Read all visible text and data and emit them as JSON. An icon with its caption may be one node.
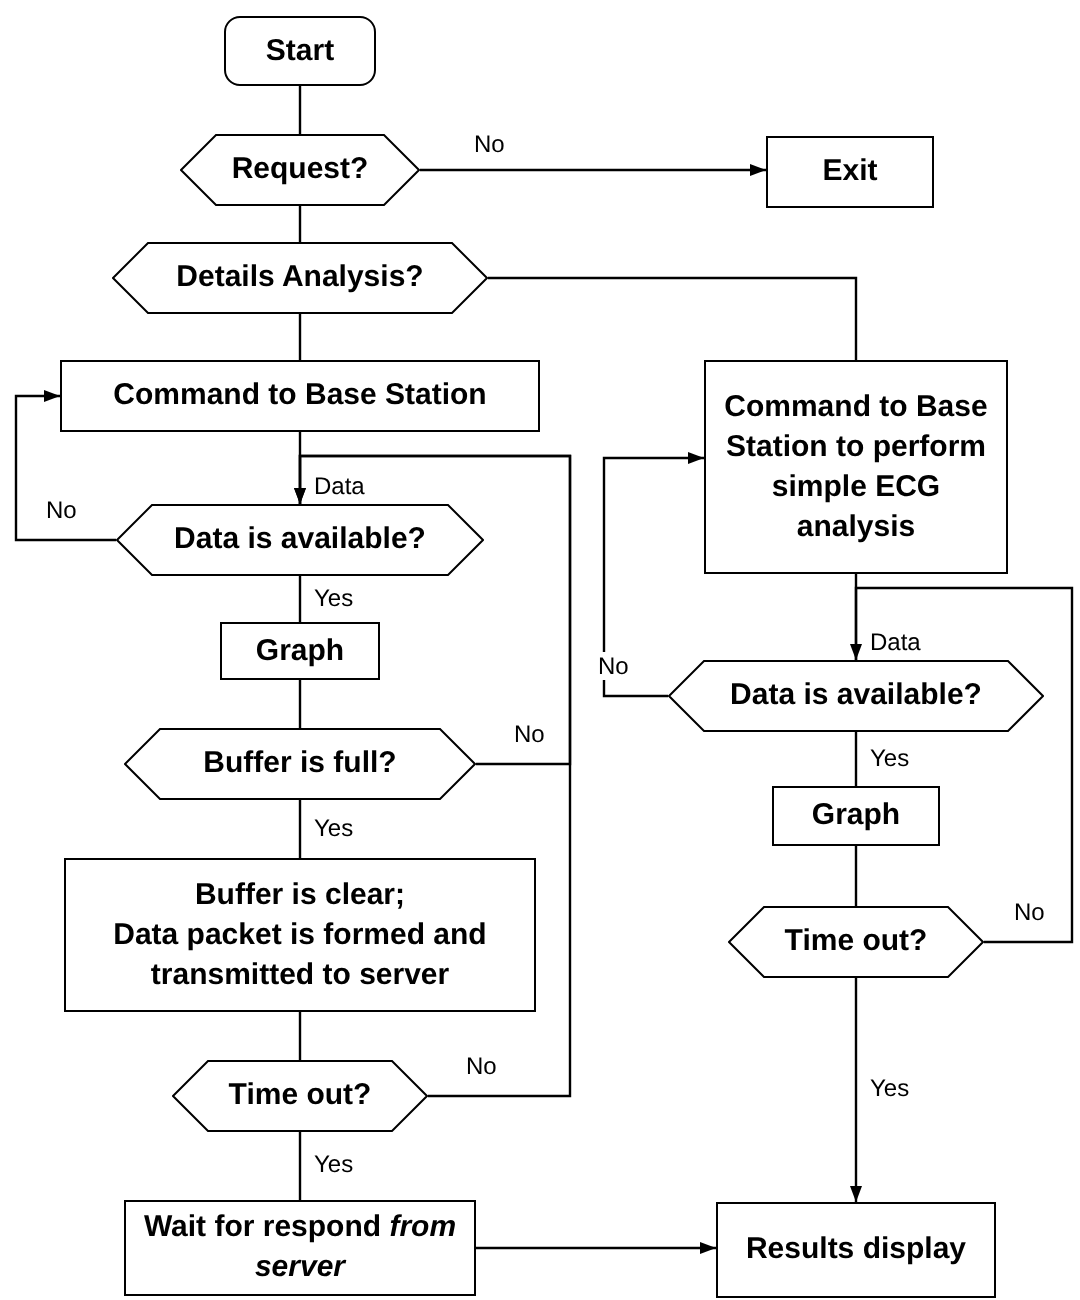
{
  "diagram": {
    "nodes": [
      {
        "text": [
          "Start"
        ]
      },
      {
        "text": [
          "Request?"
        ]
      },
      {
        "text": [
          "Exit"
        ]
      },
      {
        "text": [
          "Details Analysis?"
        ]
      },
      {
        "text": [
          "Command to Base Station"
        ]
      },
      {
        "text": [
          "Command to Base Station to perform simple ECG analysis"
        ]
      },
      {
        "text": [
          "Data is available?"
        ]
      },
      {
        "text": [
          "Graph"
        ]
      },
      {
        "text": [
          "Buffer is full?"
        ]
      },
      {
        "text": [
          "Buffer is clear;",
          "Data packet is formed and transmitted to server"
        ]
      },
      {
        "text": [
          "Time out?"
        ]
      },
      {
        "text": [
          "Wait for respond *from server*"
        ]
      },
      {
        "text": [
          "Data is available?"
        ]
      },
      {
        "text": [
          "Graph"
        ]
      },
      {
        "text": [
          "Time out?"
        ]
      },
      {
        "text": [
          "Results display"
        ]
      }
    ],
    "edges": [
      {
        "from": 0,
        "to": 1,
        "arrow": "none"
      },
      {
        "from": 1,
        "to": 2,
        "arrow": "to",
        "label": "No"
      },
      {
        "from": 1,
        "to": 3,
        "arrow": "none"
      },
      {
        "from": 3,
        "to": 4,
        "arrow": "none"
      },
      {
        "from": 3,
        "to": 5,
        "arrow": "none"
      },
      {
        "from": 4,
        "to": 6,
        "arrow": "none",
        "label": "Data"
      },
      {
        "from": 6,
        "to": 4,
        "arrow": "to",
        "label": "No"
      },
      {
        "from": 6,
        "to": 7,
        "arrow": "none",
        "label": "Yes"
      },
      {
        "from": 7,
        "to": 8,
        "arrow": "none"
      },
      {
        "from": 8,
        "to": 6,
        "arrow": "to",
        "label": "No"
      },
      {
        "from": 8,
        "to": 9,
        "arrow": "none",
        "label": "Yes"
      },
      {
        "from": 9,
        "to": 10,
        "arrow": "none"
      },
      {
        "from": 10,
        "to": 6,
        "arrow": "to",
        "label": "No"
      },
      {
        "from": 10,
        "to": 11,
        "arrow": "none",
        "label": "Yes"
      },
      {
        "from": 11,
        "to": 15,
        "arrow": "to"
      },
      {
        "from": 5,
        "to": 12,
        "arrow": "none",
        "label": "Data"
      },
      {
        "from": 12,
        "to": 5,
        "arrow": "to",
        "label": "No"
      },
      {
        "from": 12,
        "to": 13,
        "arrow": "none",
        "label": "Yes"
      },
      {
        "from": 13,
        "to": 14,
        "arrow": "none"
      },
      {
        "from": 14,
        "to": 12,
        "arrow": "to",
        "label": "No"
      },
      {
        "from": 14,
        "to": 15,
        "arrow": "to",
        "label": "Yes"
      }
    ]
  }
}
